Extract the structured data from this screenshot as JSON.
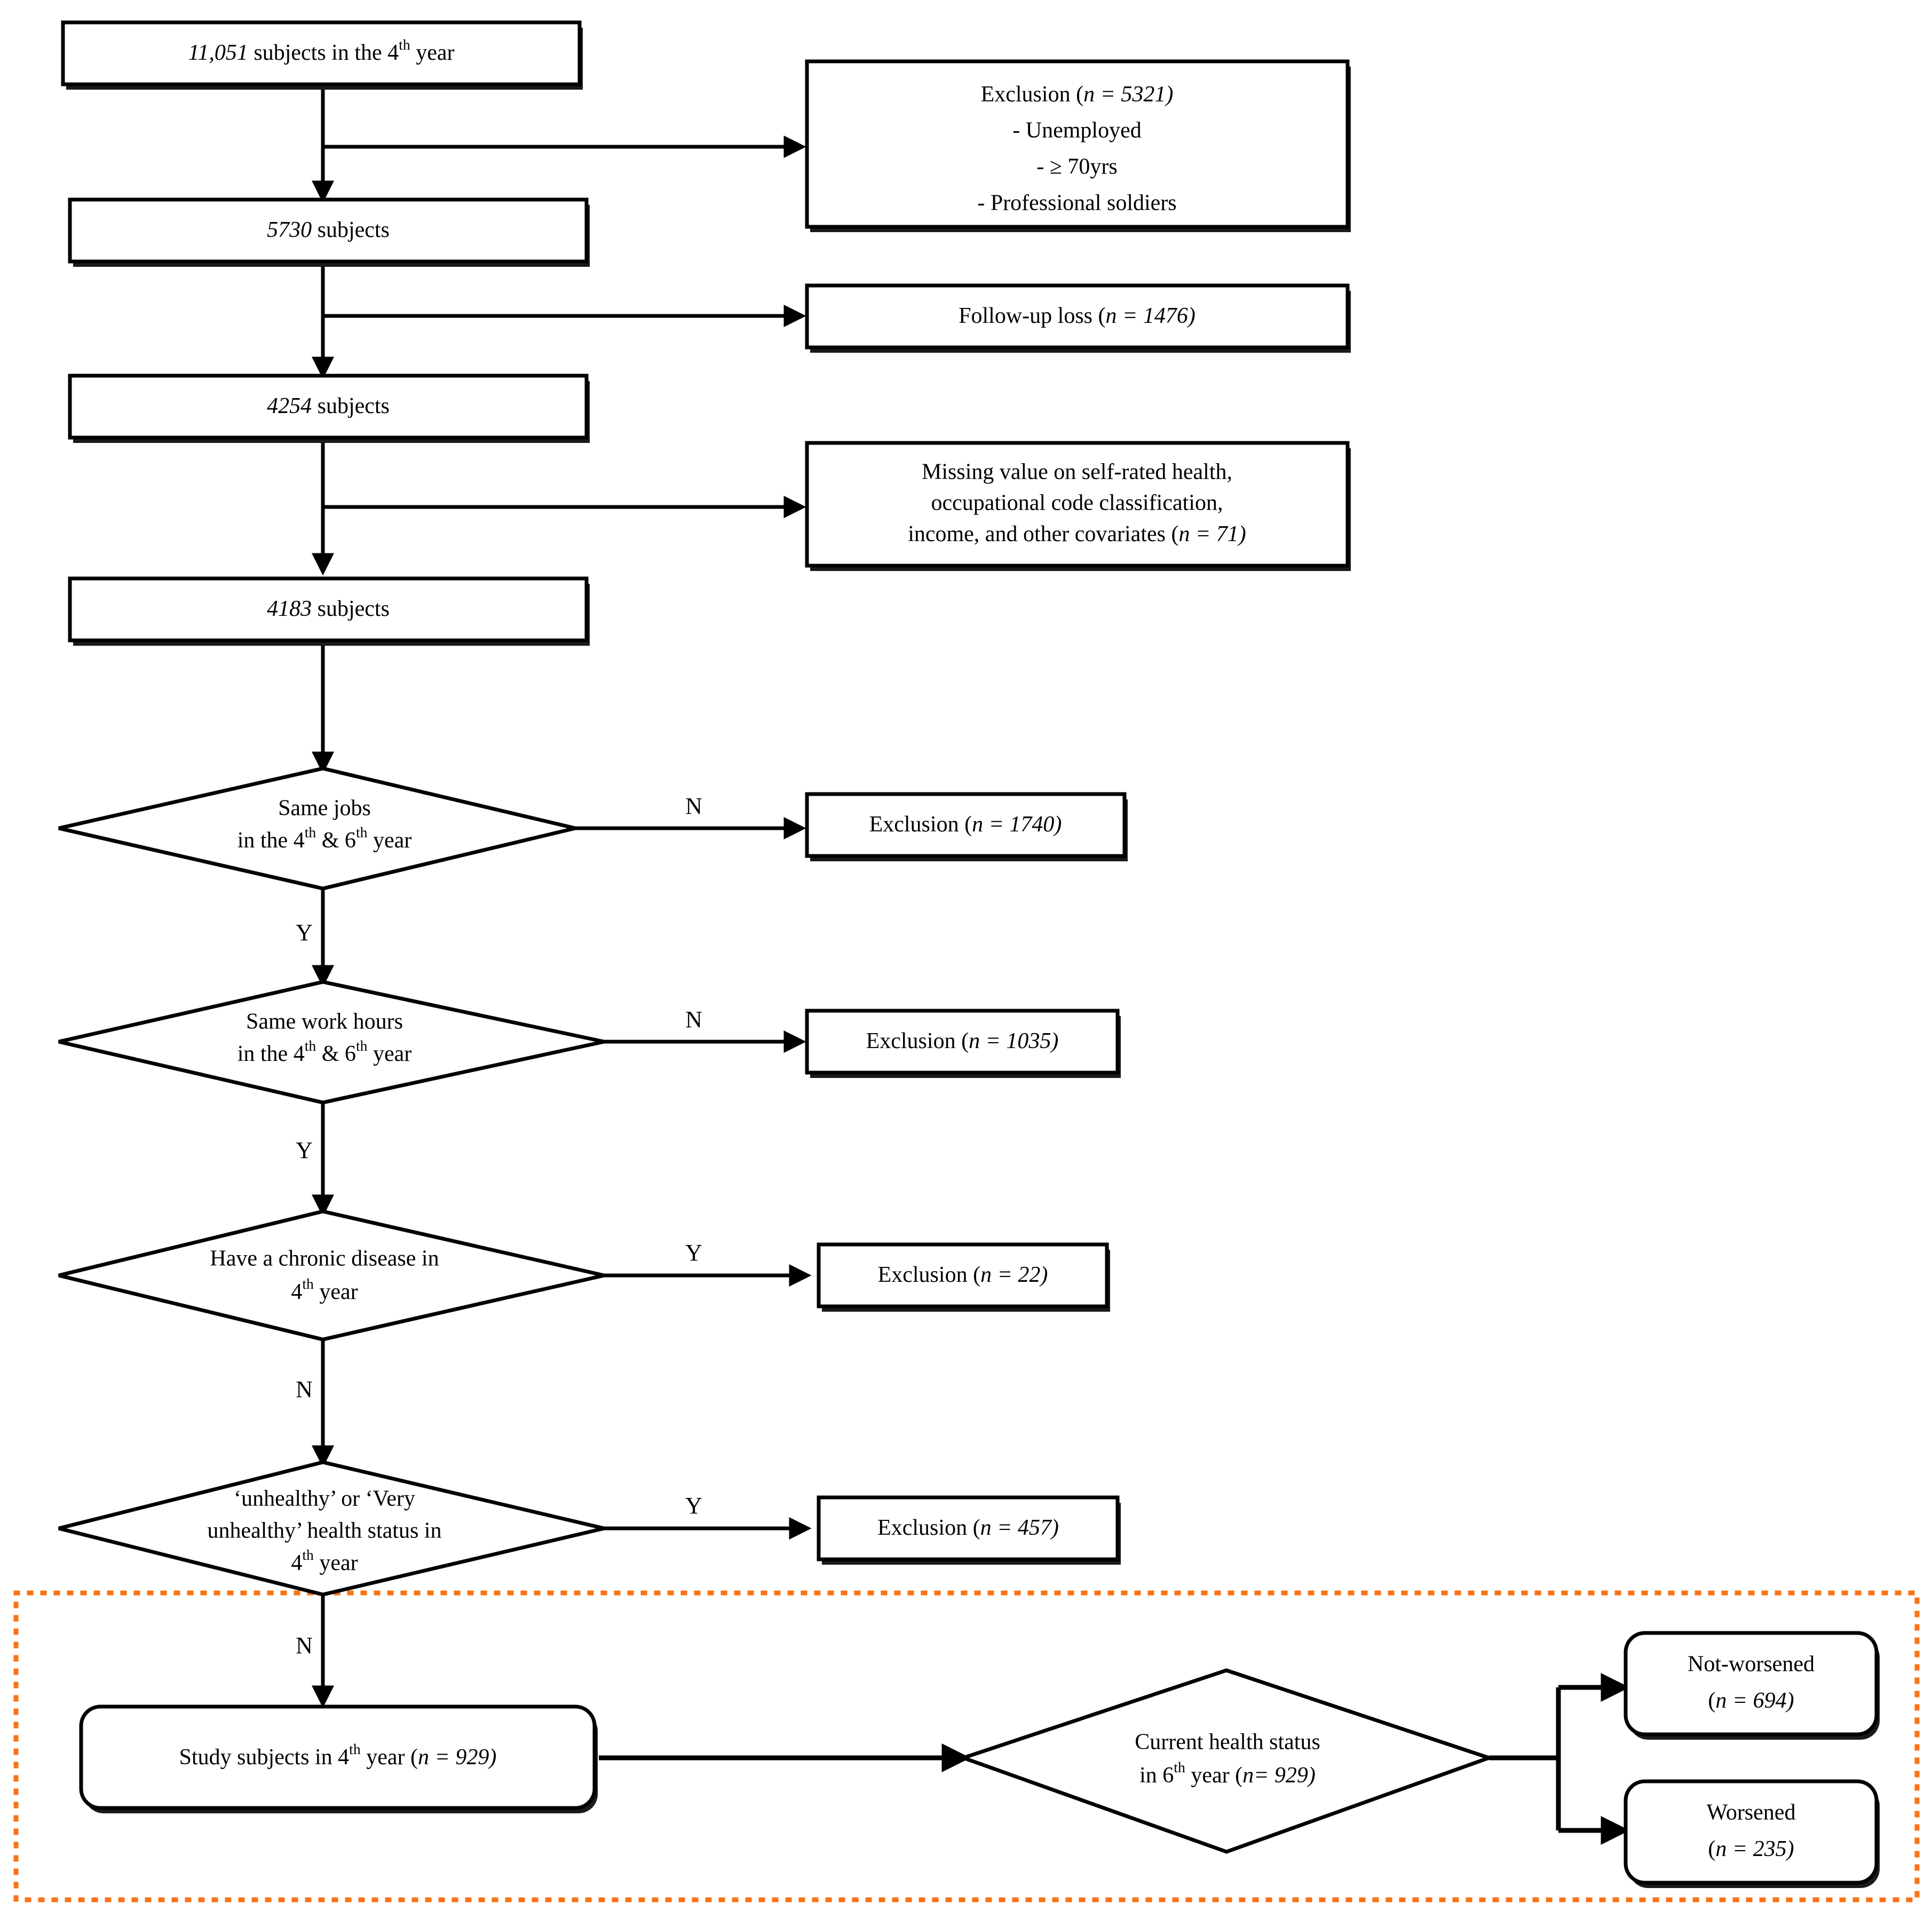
{
  "figure": {
    "type": "flowchart",
    "title": "Study participant selection flow diagram",
    "colors": {
      "stroke": "#000000",
      "background": "#ffffff",
      "highlight_region_border": "#f97316"
    }
  },
  "nodes": {
    "cohort_start": {
      "shape": "rectangle",
      "number": "11,051",
      "text_before": "",
      "text_after": " subjects in the 4",
      "sup": "th",
      "tail": " year",
      "full_text": "11,051 subjects in the 4th year"
    },
    "cohort_after_exclusion1": {
      "shape": "rectangle",
      "number": "5730",
      "tail": " subjects",
      "full_text": "5730 subjects"
    },
    "cohort_after_followup": {
      "shape": "rectangle",
      "number": "4254",
      "tail": " subjects",
      "full_text": "4254 subjects"
    },
    "cohort_after_missing": {
      "shape": "rectangle",
      "number": "4183",
      "tail": " subjects",
      "full_text": "4183 subjects"
    },
    "exclusion_baseline": {
      "shape": "rectangle",
      "lines": [
        "Exclusion (n = 5321)",
        "- Unemployed",
        "- ≥ 70yrs",
        "- Professional soldiers"
      ],
      "head_label": "Exclusion (",
      "head_italic_n": "n",
      "head_value": " = 5321)",
      "bullets": [
        "- Unemployed",
        "- ≥ 70yrs",
        "- Professional soldiers"
      ]
    },
    "followup_loss": {
      "shape": "rectangle",
      "label": "Follow-up loss (",
      "italic_n": "n",
      "value": " = 1476)",
      "full_text": "Follow-up loss (n = 1476)"
    },
    "missing_value": {
      "shape": "rectangle",
      "lines": [
        "Missing value on self-rated health,",
        "occupational code classification,",
        "income, and other covariates (n = 71)"
      ],
      "line1": "Missing value on self-rated health,",
      "line2": "occupational code classification,",
      "line3_pre": "income, and other covariates (",
      "line3_n": "n",
      "line3_post": " = 71)"
    },
    "decision_same_jobs": {
      "shape": "diamond",
      "line1": "Same jobs",
      "line2_pre": "in the 4",
      "line2_sup1": "th",
      "line2_mid": " & 6",
      "line2_sup2": "th",
      "line2_post": " year",
      "full_text": "Same jobs in the 4th & 6th year",
      "yes_label": "Y",
      "no_label": "N"
    },
    "decision_same_hours": {
      "shape": "diamond",
      "line1": "Same work hours",
      "line2_pre": "in the 4",
      "line2_sup1": "th",
      "line2_mid": " & 6",
      "line2_sup2": "th",
      "line2_post": " year",
      "full_text": "Same work hours in the 4th & 6th year",
      "yes_label": "Y",
      "no_label": "N"
    },
    "decision_chronic_disease": {
      "shape": "diamond",
      "line1": "Have a chronic disease in",
      "line2_pre": "4",
      "line2_sup": "th",
      "line2_post": " year",
      "full_text": "Have a chronic disease in 4th year",
      "yes_label": "Y",
      "no_label": "N"
    },
    "decision_unhealthy_status": {
      "shape": "diamond",
      "line1": "‘unhealthy’ or ‘Very",
      "line2": "unhealthy’ health status in",
      "line3_pre": "4",
      "line3_sup": "th",
      "line3_post": " year",
      "full_text": "‘unhealthy’ or ‘Very unhealthy’ health status in 4th year",
      "yes_label": "Y",
      "no_label": "N"
    },
    "exclusion_same_jobs": {
      "shape": "rectangle",
      "label": "Exclusion (",
      "italic_n": "n",
      "value": " = 1740)",
      "full_text": "Exclusion (n = 1740)"
    },
    "exclusion_same_hours": {
      "shape": "rectangle",
      "label": "Exclusion (",
      "italic_n": "n",
      "value": " = 1035)",
      "full_text": "Exclusion (n = 1035)"
    },
    "exclusion_chronic": {
      "shape": "rectangle",
      "label": "Exclusion (",
      "italic_n": "n",
      "value": " = 22)",
      "full_text": "Exclusion (n = 22)"
    },
    "exclusion_unhealthy": {
      "shape": "rectangle",
      "label": "Exclusion (",
      "italic_n": "n",
      "value": " = 457)",
      "full_text": "Exclusion (n = 457)"
    },
    "study_subjects": {
      "shape": "rounded-rectangle",
      "pre": "Study subjects in 4",
      "sup": "th",
      "mid": " year (",
      "italic_n": "n",
      "post": " = 929)",
      "full_text": "Study subjects in 4th year (n = 929)"
    },
    "decision_current_status": {
      "shape": "diamond",
      "line1": "Current health status",
      "line2_pre": "in 6",
      "line2_sup": "th",
      "line2_mid": " year (",
      "line2_n": "n",
      "line2_post": "= 929)",
      "full_text": "Current health status in 6th year ( n= 929)"
    },
    "outcome_not_worsened": {
      "shape": "rounded-rectangle",
      "line1": "Not-worsened",
      "line2_pre": "(",
      "line2_n": "n",
      "line2_post": " = 694)",
      "full_text": "Not-worsened (n = 694)"
    },
    "outcome_worsened": {
      "shape": "rounded-rectangle",
      "line1": "Worsened",
      "line2_pre": "(",
      "line2_n": "n",
      "line2_post": " = 235)",
      "full_text": "Worsened (n = 235)"
    }
  },
  "branch_labels": {
    "same_jobs_no": "N",
    "same_jobs_yes": "Y",
    "same_hours_no": "N",
    "same_hours_yes": "Y",
    "chronic_yes": "Y",
    "chronic_no": "N",
    "unhealthy_yes": "Y",
    "unhealthy_no": "N"
  },
  "chart_data": {
    "type": "flowchart",
    "title": "Study participant selection flow diagram",
    "stages": [
      {
        "label": "11,051 subjects in the 4th year",
        "n": 11051
      },
      {
        "label": "5730 subjects",
        "n": 5730
      },
      {
        "label": "4254 subjects",
        "n": 4254
      },
      {
        "label": "4183 subjects",
        "n": 4183
      },
      {
        "label": "Study subjects in 4th year (n = 929)",
        "n": 929
      }
    ],
    "exclusions": [
      {
        "label": "Exclusion (n = 5321)",
        "n": 5321,
        "reasons": [
          "Unemployed",
          "≥ 70yrs",
          "Professional soldiers"
        ]
      },
      {
        "label": "Follow-up loss (n = 1476)",
        "n": 1476
      },
      {
        "label": "Missing value on self-rated health, occupational code classification, income, and other covariates (n = 71)",
        "n": 71
      },
      {
        "label": "Exclusion (n = 1740)",
        "n": 1740,
        "condition": "Same jobs in the 4th & 6th year = N"
      },
      {
        "label": "Exclusion (n = 1035)",
        "n": 1035,
        "condition": "Same work hours in the 4th & 6th year = N"
      },
      {
        "label": "Exclusion (n = 22)",
        "n": 22,
        "condition": "Have a chronic disease in 4th year = Y"
      },
      {
        "label": "Exclusion (n = 457)",
        "n": 457,
        "condition": "‘unhealthy’ or ‘Very unhealthy’ health status in 4th year = Y"
      }
    ],
    "outcomes": [
      {
        "label": "Not-worsened (n = 694)",
        "n": 694
      },
      {
        "label": "Worsened (n = 235)",
        "n": 235
      }
    ]
  }
}
